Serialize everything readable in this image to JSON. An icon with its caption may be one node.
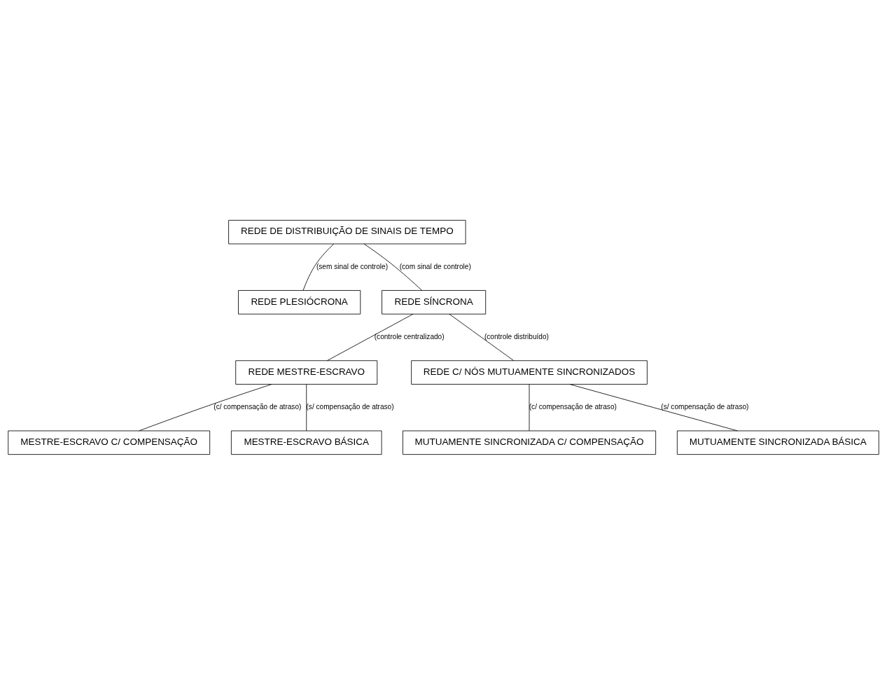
{
  "diagram": {
    "nodes": [
      {
        "text": [
          "REDE DE DISTRIBUIÇÃO DE SINAIS DE TEMPO"
        ]
      },
      {
        "text": [
          "REDE PLESIÓCRONA"
        ]
      },
      {
        "text": [
          "REDE SÍNCRONA"
        ]
      },
      {
        "text": [
          "REDE MESTRE-ESCRAVO"
        ]
      },
      {
        "text": [
          "REDE C/ NÓS MUTUAMENTE SINCRONIZADOS"
        ]
      },
      {
        "text": [
          "MESTRE-ESCRAVO C/ COMPENSAÇÃO"
        ]
      },
      {
        "text": [
          "MESTRE-ESCRAVO BÁSICA"
        ]
      },
      {
        "text": [
          "MUTUAMENTE SINCRONIZADA C/ COMPENSAÇÃO"
        ]
      },
      {
        "text": [
          "MUTUAMENTE SINCRONIZADA BÁSICA"
        ]
      }
    ],
    "edges": [
      {
        "from": 0,
        "to": 1,
        "arrow": "none",
        "label": "(sem sinal de controle)"
      },
      {
        "from": 0,
        "to": 2,
        "arrow": "none",
        "label": "(com sinal de controle)"
      },
      {
        "from": 2,
        "to": 3,
        "arrow": "none",
        "label": "(controle centralizado)"
      },
      {
        "from": 2,
        "to": 4,
        "arrow": "none",
        "label": "(controle distribuído)"
      },
      {
        "from": 3,
        "to": 5,
        "arrow": "none",
        "label": "(c/ compensação de atraso)"
      },
      {
        "from": 3,
        "to": 6,
        "arrow": "none",
        "label": "(s/ compensação de atraso)"
      },
      {
        "from": 4,
        "to": 7,
        "arrow": "none",
        "label": "(c/ compensação de atraso)"
      },
      {
        "from": 4,
        "to": 8,
        "arrow": "none",
        "label": "(s/ compensação de atraso)"
      }
    ]
  }
}
